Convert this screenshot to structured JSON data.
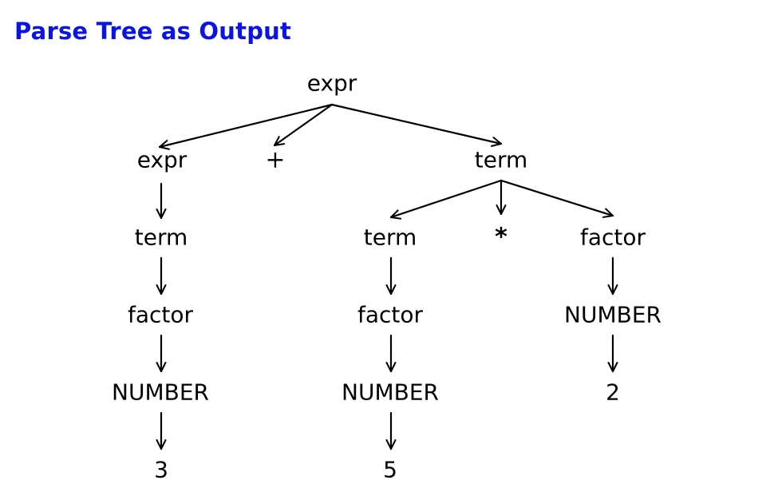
{
  "title": "Parse Tree as Output",
  "colors": {
    "title": "#0a14e6",
    "ink": "#000000",
    "background": "#ffffff"
  },
  "tree": {
    "nodes": [
      {
        "id": "expr-root",
        "label": "expr"
      },
      {
        "id": "expr-left",
        "label": "expr"
      },
      {
        "id": "plus",
        "label": "+"
      },
      {
        "id": "term-right",
        "label": "term"
      },
      {
        "id": "term-left",
        "label": "term"
      },
      {
        "id": "factor-left",
        "label": "factor"
      },
      {
        "id": "number-left",
        "label": "NUMBER"
      },
      {
        "id": "three",
        "label": "3"
      },
      {
        "id": "term-mid",
        "label": "term"
      },
      {
        "id": "star",
        "label": "*"
      },
      {
        "id": "factor-right",
        "label": "factor"
      },
      {
        "id": "factor-mid",
        "label": "factor"
      },
      {
        "id": "number-mid",
        "label": "NUMBER"
      },
      {
        "id": "five",
        "label": "5"
      },
      {
        "id": "number-right",
        "label": "NUMBER"
      },
      {
        "id": "two",
        "label": "2"
      }
    ],
    "edges": [
      {
        "from": "expr-root",
        "to": "expr-left"
      },
      {
        "from": "expr-root",
        "to": "plus"
      },
      {
        "from": "expr-root",
        "to": "term-right"
      },
      {
        "from": "expr-left",
        "to": "term-left"
      },
      {
        "from": "term-left",
        "to": "factor-left"
      },
      {
        "from": "factor-left",
        "to": "number-left"
      },
      {
        "from": "number-left",
        "to": "three"
      },
      {
        "from": "term-right",
        "to": "term-mid"
      },
      {
        "from": "term-right",
        "to": "star"
      },
      {
        "from": "term-right",
        "to": "factor-right"
      },
      {
        "from": "term-mid",
        "to": "factor-mid"
      },
      {
        "from": "factor-mid",
        "to": "number-mid"
      },
      {
        "from": "number-mid",
        "to": "five"
      },
      {
        "from": "factor-right",
        "to": "number-right"
      },
      {
        "from": "number-right",
        "to": "two"
      }
    ]
  }
}
